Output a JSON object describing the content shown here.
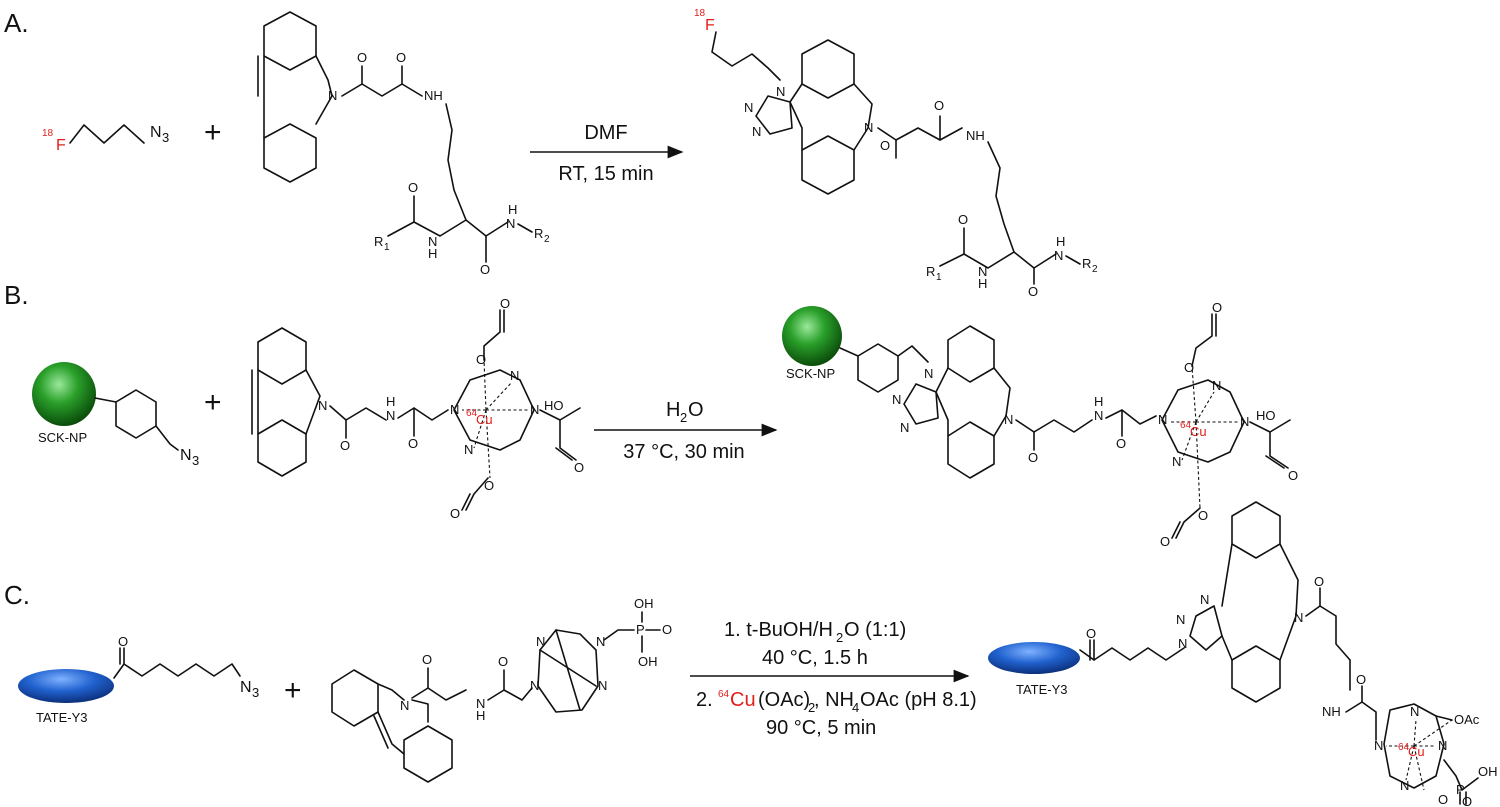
{
  "panels": {
    "a": {
      "label": "A.",
      "reactant1": {
        "isotope": "18",
        "element": "F",
        "azide": "N",
        "azide_sub": "3"
      },
      "plus": "+",
      "reagent_top": "DMF",
      "reagent_bottom": "RT, 15 min",
      "atoms": {
        "n": "N",
        "o": "O",
        "nh": "NH",
        "h": "H",
        "r": "R",
        "r1_sub": "1",
        "r2_sub": "2"
      }
    },
    "b": {
      "label": "B.",
      "particle_label": "SCK-NP",
      "plus": "+",
      "reagent_top_main": "H",
      "reagent_top_sub": "2",
      "reagent_top_tail": "O",
      "reagent_bottom": "37 °C, 30 min",
      "metal": {
        "isotope": "64",
        "element": "Cu"
      },
      "atoms": {
        "n": "N",
        "o": "O",
        "h": "H",
        "ho": "HO"
      }
    },
    "c": {
      "label": "C.",
      "peptide_label": "TATE-Y3",
      "plus": "+",
      "step1_line1": "1. t-BuOH/H",
      "step1_sub": "2",
      "step1_tail": "O (1:1)",
      "step1_line2": "40 °C, 1.5 h",
      "step2_prefix": "2. ",
      "step2_isotope": "64",
      "step2_metal": "Cu",
      "step2_rest": "(OAc)",
      "step2_sub": "2",
      "step2_rest2": ", NH",
      "step2_sub2": "4",
      "step2_rest3": "OAc (pH 8.1)",
      "step2_line2": "90 °C, 5 min",
      "atoms": {
        "n": "N",
        "o": "O",
        "oh": "OH",
        "p": "P",
        "nh": "NH",
        "h": "H",
        "oac": "OAc"
      }
    }
  },
  "colors": {
    "isotope": "#e0201b",
    "sphere": "#1f8a1f",
    "ellipse": "#1f5fc8"
  }
}
